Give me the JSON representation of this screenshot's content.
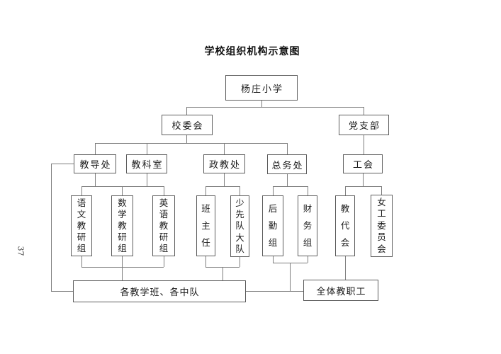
{
  "page": {
    "title": "学校组织机构示意图",
    "page_number": "37"
  },
  "nodes": {
    "school": {
      "label": "杨庄小学"
    },
    "school_committee": {
      "label": "校委会"
    },
    "party_branch": {
      "label": "党支部"
    },
    "dean_office": {
      "label": "教导处"
    },
    "research_office": {
      "label": "教科室"
    },
    "moral_office": {
      "label": "政教处"
    },
    "general_affairs": {
      "label": "总务处"
    },
    "labor_union": {
      "label": "工会"
    },
    "chinese_group": {
      "label": "语文教研组"
    },
    "math_group": {
      "label": "数学教研组"
    },
    "english_group": {
      "label": "英语教研组"
    },
    "class_teachers": {
      "label": "班主任"
    },
    "young_pioneers": {
      "label": "少先队大队"
    },
    "logistics_group": {
      "label": "后勤组"
    },
    "finance_group": {
      "label": "财务组"
    },
    "staff_congress": {
      "label": "教代会"
    },
    "women_committee": {
      "label": "女工委员会"
    },
    "classes": {
      "label": "各教学班、各中队"
    },
    "all_staff": {
      "label": "全体教职工"
    }
  },
  "hierarchy": {
    "root": "杨庄小学",
    "children": [
      {
        "name": "校委会",
        "children": [
          {
            "name": "教导处",
            "children": [
              "语文教研组",
              "数学教研组",
              "英语教研组"
            ]
          },
          {
            "name": "教科室",
            "children": [
              "语文教研组",
              "数学教研组",
              "英语教研组"
            ]
          },
          {
            "name": "政教处",
            "children": [
              "班主任",
              "少先队大队"
            ]
          },
          {
            "name": "总务处",
            "children": [
              "后勤组",
              "财务组"
            ]
          }
        ]
      },
      {
        "name": "党支部",
        "children": [
          {
            "name": "工会",
            "children": [
              "教代会",
              "女工委员会"
            ]
          }
        ]
      }
    ],
    "bottom_nodes": [
      "各教学班、各中队",
      "全体教职工"
    ],
    "extra_links": [
      "教导处—各教学班、各中队 (left loop)",
      "教研组三组—各教学班、各中队",
      "班主任/少先队大队—各教学班、各中队",
      "后勤组/财务组—全体教职工 connector",
      "教代会—全体教职工",
      "各教学班、各中队—全体教职工"
    ]
  },
  "colors": {
    "background": "#ffffff",
    "line": "#7c7c7c",
    "box_border": "#5d5d5d",
    "text": "#1a1a1a"
  }
}
